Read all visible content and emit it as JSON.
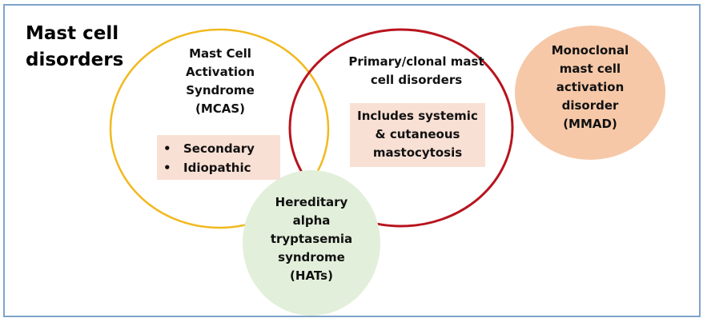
{
  "title": "Mast cell disorders",
  "title_lines": [
    "Mast cell",
    "disorders"
  ],
  "colors": {
    "frame": "#7fa3c9",
    "mcas_outline": "#f2b91e",
    "primary_outline": "#b8141e",
    "hats_fill": "#e2efda",
    "mmad_fill": "#f6c8a7",
    "box_fill": "#f9e0d4"
  },
  "nodes": {
    "mcas": {
      "label": "Mast Cell Activation Syndrome (MCAS)",
      "lines": [
        "Mast Cell",
        "Activation",
        "Syndrome",
        "(MCAS)"
      ],
      "subtypes": [
        "Secondary",
        "Idiopathic"
      ]
    },
    "primary": {
      "label": "Primary/clonal mast cell disorders",
      "lines": [
        "Primary/clonal mast",
        "cell disorders"
      ],
      "note_lines": [
        "Includes systemic",
        "& cutaneous",
        "mastocytosis"
      ]
    },
    "hats": {
      "label": "Hereditary alpha tryptasemia syndrome (HATs)",
      "lines": [
        "Hereditary",
        "alpha",
        "tryptasemia",
        "syndrome",
        "(HATs)"
      ]
    },
    "mmad": {
      "label": "Monoclonal mast cell activation disorder (MMAD)",
      "lines": [
        "Monoclonal",
        "mast cell",
        "activation",
        "disorder",
        "(MMAD)"
      ]
    }
  }
}
